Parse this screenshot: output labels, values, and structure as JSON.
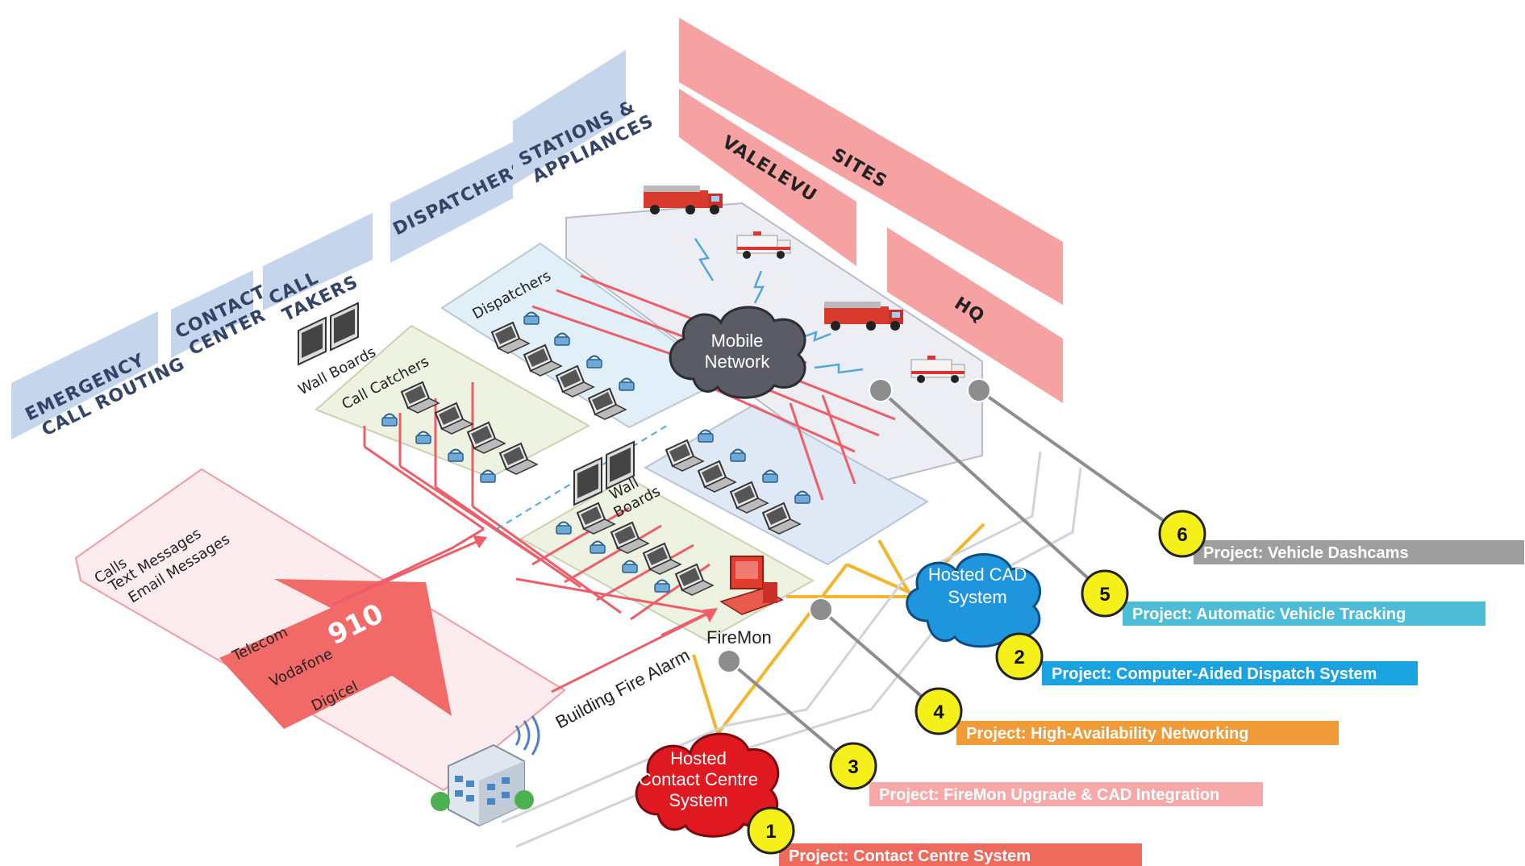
{
  "column_headers": [
    {
      "id": "emergency",
      "lines": [
        "EMERGENCY",
        "CALL ROUTING"
      ]
    },
    {
      "id": "contact",
      "lines": [
        "CONTACT",
        "CENTER"
      ]
    },
    {
      "id": "calltakers",
      "lines": [
        "CALL",
        "TAKERS"
      ]
    },
    {
      "id": "dispatchers",
      "lines": [
        "DISPATCHERS"
      ]
    },
    {
      "id": "stations",
      "lines": [
        "STATIONS &",
        "APPLIANCES"
      ]
    }
  ],
  "sites": {
    "title": "SITES",
    "valelevu": "VALELEVU",
    "hq": "HQ"
  },
  "zones": {
    "call_catchers": "Call Catchers",
    "dispatchers": "Dispatchers",
    "wall_boards_left": "Wall Boards",
    "wall_boards_center_1": "Wall",
    "wall_boards_center_2": "Boards"
  },
  "inputs": {
    "calls": "Calls",
    "text_messages": "Text Messages",
    "email_messages": "Email Messages",
    "number": "910",
    "telecom": "Telecom",
    "vodafone": "Vodafone",
    "digicel": "Digicel"
  },
  "labels": {
    "firemon": "FireMon",
    "building_fire_alarm": "Building Fire Alarm"
  },
  "clouds": {
    "mobile": [
      "Mobile",
      "Network"
    ],
    "cad": [
      "Hosted CAD",
      "System"
    ],
    "contact": [
      "Hosted",
      "Contact Centre",
      "System"
    ]
  },
  "projects": [
    {
      "number": "6",
      "label": "Project: Vehicle Dashcams",
      "color": "#9e9e9e"
    },
    {
      "number": "5",
      "label": "Project: Automatic Vehicle Tracking",
      "color": "#4dbcd6"
    },
    {
      "number": "2",
      "label": "Project: Computer-Aided Dispatch System",
      "color": "#1aa3e0"
    },
    {
      "number": "4",
      "label": "Project: High-Availability Networking",
      "color": "#f19a38"
    },
    {
      "number": "3",
      "label": "Project: FireMon Upgrade & CAD Integration",
      "color": "#f7a9a9"
    },
    {
      "number": "1",
      "label": "Project: Contact Centre System",
      "color": "#ef6a5c"
    }
  ],
  "colors": {
    "header_blue": "#c5d5ec",
    "site_red": "#f7a2a2",
    "zone_green": "#eef3e1",
    "zone_blue": "#e0eff8",
    "zone_grey": "#eceef3",
    "link_red": "#ee5d68",
    "link_yellow": "#f3b52a",
    "callout_yellow": "#f5f01a"
  }
}
